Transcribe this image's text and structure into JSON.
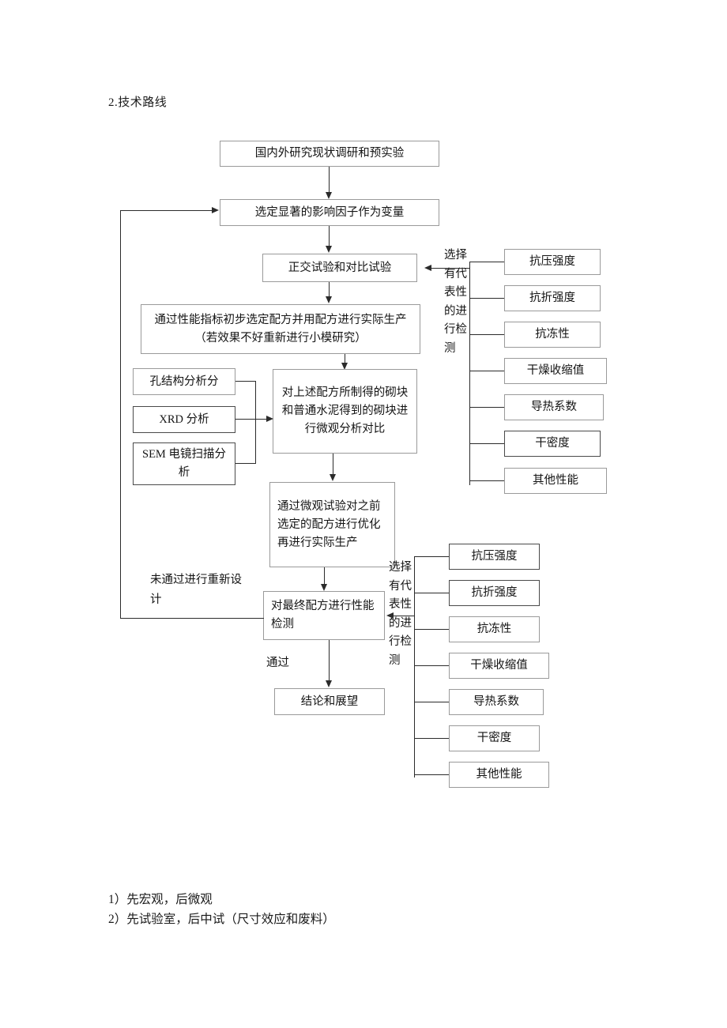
{
  "document": {
    "section_title": "2.技术路线",
    "footnotes": [
      "1）先宏观，后微观",
      "2）先试验室，后中试（尺寸效应和废料）"
    ]
  },
  "flowchart": {
    "main_nodes": [
      {
        "id": "survey",
        "label": "国内外研究现状调研和预实验"
      },
      {
        "id": "factors",
        "label": "选定显著的影响因子作为变量"
      },
      {
        "id": "orthogonal",
        "label": "正交试验和对比试验"
      },
      {
        "id": "production",
        "label": "通过性能指标初步选定配方并用配方进行实际生产（若效果不好重新进行小模研究）"
      },
      {
        "id": "micro",
        "label": "对上述配方所制得的砌块和普通水泥得到的砌块进行微观分析对比"
      },
      {
        "id": "optimize",
        "label": "通过微观试验对之前选定的配方进行优化再进行实际生产"
      },
      {
        "id": "final-test",
        "label": "对最终配方进行性能检测"
      },
      {
        "id": "conclusion",
        "label": "结论和展望"
      }
    ],
    "analysis_nodes": [
      {
        "id": "pore",
        "label": "孔结构分析分"
      },
      {
        "id": "xrd",
        "label": "XRD 分析"
      },
      {
        "id": "sem",
        "label": "SEM 电镜扫描分析"
      }
    ],
    "edge_labels": {
      "fail": "未通过进行重新设计",
      "pass": "通过"
    },
    "property_group_label": "选择有代表性的进行检测",
    "property_groups": [
      {
        "id": "upper",
        "items": [
          {
            "label": "抗压强度",
            "emphasis": false
          },
          {
            "label": "抗折强度",
            "emphasis": false
          },
          {
            "label": "抗冻性",
            "emphasis": false
          },
          {
            "label": "干燥收缩值",
            "emphasis": false
          },
          {
            "label": "导热系数",
            "emphasis": false
          },
          {
            "label": "干密度",
            "emphasis": true
          },
          {
            "label": "其他性能",
            "emphasis": false
          }
        ]
      },
      {
        "id": "lower",
        "items": [
          {
            "label": "抗压强度",
            "emphasis": false
          },
          {
            "label": "抗折强度",
            "emphasis": false
          },
          {
            "label": "抗冻性",
            "emphasis": false
          },
          {
            "label": "干燥收缩值",
            "emphasis": false
          },
          {
            "label": "导热系数",
            "emphasis": false
          },
          {
            "label": "干密度",
            "emphasis": false
          },
          {
            "label": "其他性能",
            "emphasis": false
          }
        ]
      }
    ]
  }
}
